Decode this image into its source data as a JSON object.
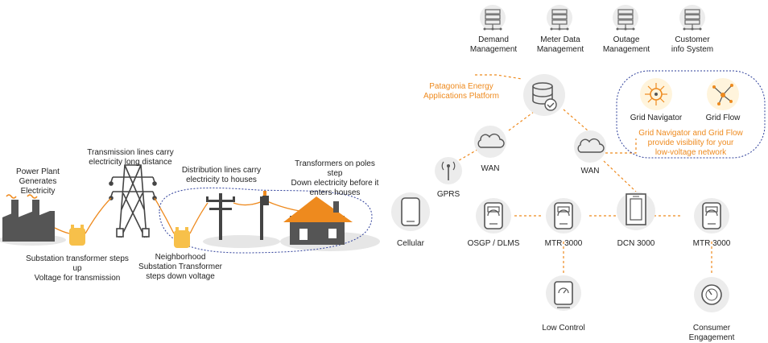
{
  "labels": {
    "power_plant": "Power Plant Generates\nElectricity",
    "substation_up": "Substation transformer steps up\nVoltage for transmission",
    "transmission": "Transmission lines carry\nelectricity long distance",
    "distribution": "Distribution lines carry\nelectricity to houses",
    "neighborhood": "Neighborhood\nSubstation Transformer\nsteps down voltage",
    "transformers_poles": "Transformers on poles step\nDown electricity before it\nenters houses",
    "demand": "Demand\nManagement",
    "meter_data": "Meter Data\nManagement",
    "outage": "Outage\nManagement",
    "customer": "Customer\ninfo System",
    "platform": "Patagonia Energy\nApplications Platform",
    "grid_navigator": "Grid Navigator",
    "grid_flow": "Grid Flow",
    "grid_visibility": "Grid Navigator and Grid Flow\nprovide visibility for your\nlow-voltage network",
    "wan_left": "WAN",
    "wan_right": "WAN",
    "gprs": "GPRS",
    "cellular": "Cellular",
    "osgp": "OSGP / DLMS",
    "mtr_left": "MTR 3000",
    "dcn": "DCN 3000",
    "mtr_right": "MTR 3000",
    "low_control": "Low Control",
    "consumer": "Consumer\nEngagement"
  },
  "colors": {
    "accent": "#ee8a1e",
    "dark": "#555555",
    "gray": "#999999",
    "light_gray": "#dcdcdc",
    "dashed_blue": "#2e3f9a",
    "transformer": "#f7c04a"
  },
  "icons": [
    "factory-icon",
    "transmission-tower-icon",
    "utility-pole-icon",
    "house-icon",
    "server-icon",
    "database-icon",
    "cloud-icon",
    "antenna-icon",
    "smartphone-icon",
    "smart-meter-icon",
    "concentrator-icon",
    "display-icon",
    "gauge-icon",
    "grid-navigator-icon",
    "grid-flow-icon"
  ]
}
